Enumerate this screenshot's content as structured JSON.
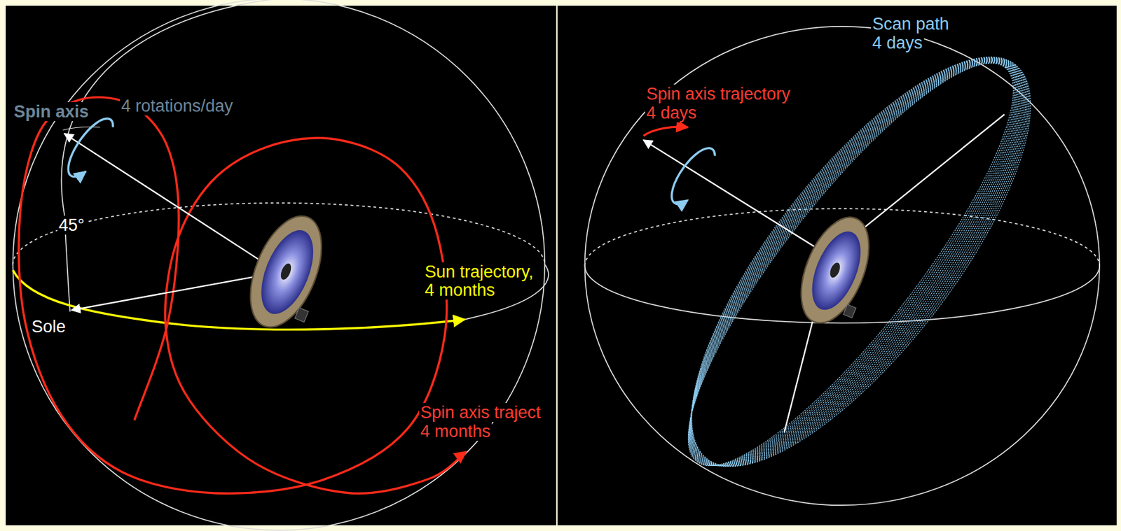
{
  "diagram": {
    "labels": [
      "Spin axis",
      "4 rotations/day",
      "45°",
      "Sole",
      "Sun trajectory,",
      "4 months",
      "Spin axis traject",
      "4 months",
      "Scan path",
      "4 days",
      "Spin axis trajectory",
      "4 days"
    ]
  }
}
